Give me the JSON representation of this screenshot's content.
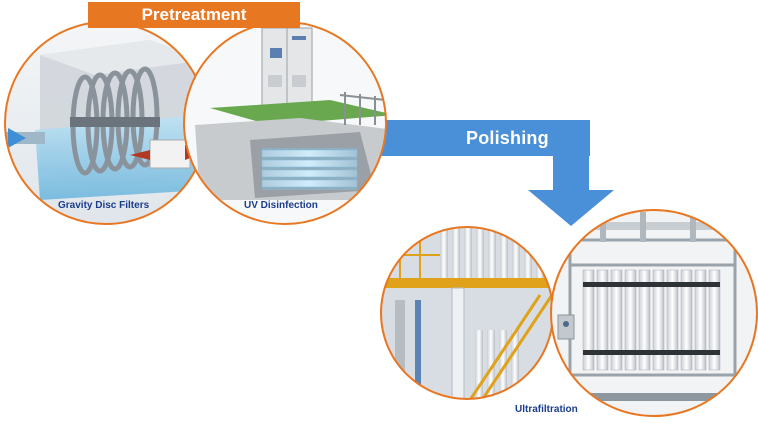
{
  "header": {
    "title": "Pretreatment"
  },
  "flow": {
    "label": "Polishing"
  },
  "stages": [
    {
      "caption": "Gravity Disc Filters",
      "icon": "gravity-disc-filter"
    },
    {
      "caption": "UV Disinfection",
      "icon": "uv-disinfection-unit"
    },
    {
      "caption": "Ultrafiltration",
      "icon": "ultrafiltration-rack"
    }
  ],
  "colors": {
    "accent": "#e87722",
    "arrow": "#4a90d9",
    "caption": "#1a3c8c"
  }
}
